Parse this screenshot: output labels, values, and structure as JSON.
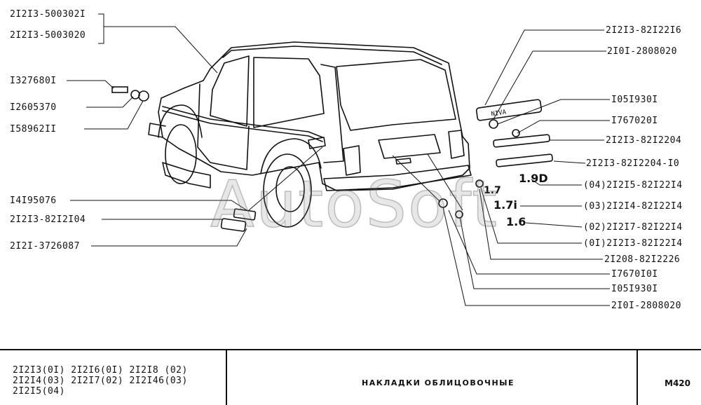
{
  "labels_left": [
    {
      "id": "p1",
      "text": "2I2I3-500302I"
    },
    {
      "id": "p2",
      "text": "2I2I3-5003020"
    },
    {
      "id": "p3",
      "text": "I327680I"
    },
    {
      "id": "p4",
      "text": "I2605370"
    },
    {
      "id": "p5",
      "text": "I58962II"
    },
    {
      "id": "p6",
      "text": "I4I95076"
    },
    {
      "id": "p7",
      "text": "2I2I3-82I2I04"
    },
    {
      "id": "p8",
      "text": "2I2I-3726087"
    }
  ],
  "labels_right": [
    {
      "id": "r1",
      "text": "2I2I3-82I22I6"
    },
    {
      "id": "r2",
      "text": "2I0I-2808020"
    },
    {
      "id": "r3",
      "text": "I05I930I"
    },
    {
      "id": "r4",
      "text": "I767020I"
    },
    {
      "id": "r5",
      "text": "2I2I3-82I2204"
    },
    {
      "id": "r6",
      "text": "2I2I3-82I2204-I0"
    },
    {
      "id": "r7",
      "text": "(04)2I2I5-82I22I4"
    },
    {
      "id": "r8",
      "text": "(03)2I2I4-82I22I4"
    },
    {
      "id": "r9",
      "text": "(02)2I2I7-82I22I4"
    },
    {
      "id": "r10",
      "text": "(0I)2I2I3-82I22I4"
    },
    {
      "id": "r11",
      "text": "2I208-82I2226"
    },
    {
      "id": "r12",
      "text": "I7670I0I"
    },
    {
      "id": "r13",
      "text": "I05I930I"
    },
    {
      "id": "r14",
      "text": "2I0I-2808020"
    }
  ],
  "badges": {
    "b1": "1.9D",
    "b2": "1.7",
    "b3": "1.7i",
    "b4": "1.6"
  },
  "watermark": "AutoSoft",
  "footer": {
    "models_line1": "2I2I3(0I)  2I2I6(0I)  2I2I8 (02)",
    "models_line2": "2I2I4(03)  2I2I7(02)  2I2I46(03)",
    "models_line3": "2I2I5(04)",
    "title": "НАКЛАДКИ  ОБЛИЦОВОЧНЫЕ",
    "page": "M420"
  }
}
